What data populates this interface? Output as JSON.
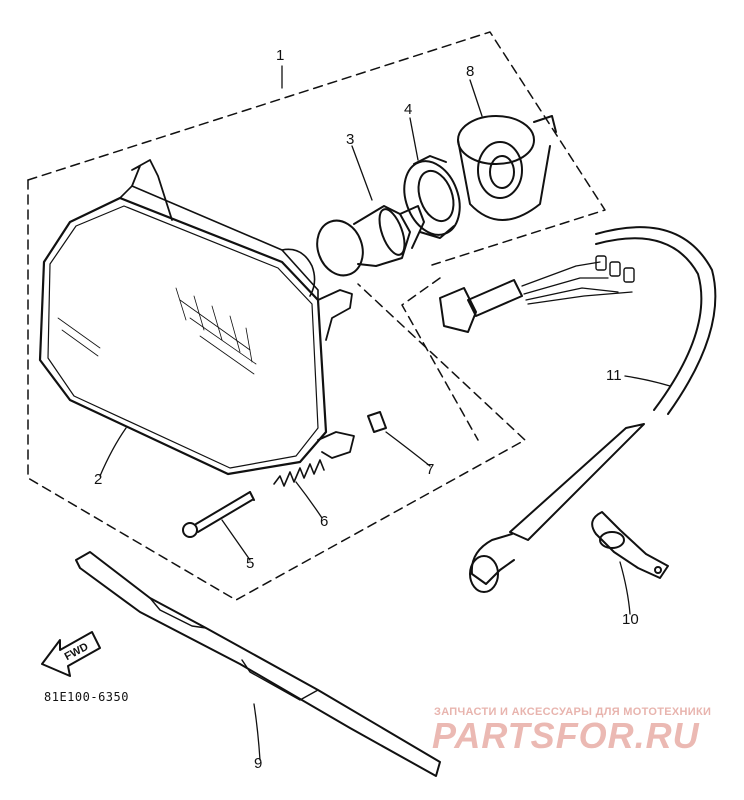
{
  "callouts": {
    "c1": "1",
    "c2": "2",
    "c3": "3",
    "c4": "4",
    "c5": "5",
    "c6": "6",
    "c7": "7",
    "c8": "8",
    "c9": "9",
    "c10": "10",
    "c11": "11"
  },
  "direction_label": "FWD",
  "diagram_code": "81E100-6350",
  "watermark": {
    "tagline": "ЗАПЧАСТИ И АКСЕССУАРЫ ДЛЯ МОТОТЕХНИКИ",
    "brand": "PARTSFOR.RU"
  }
}
